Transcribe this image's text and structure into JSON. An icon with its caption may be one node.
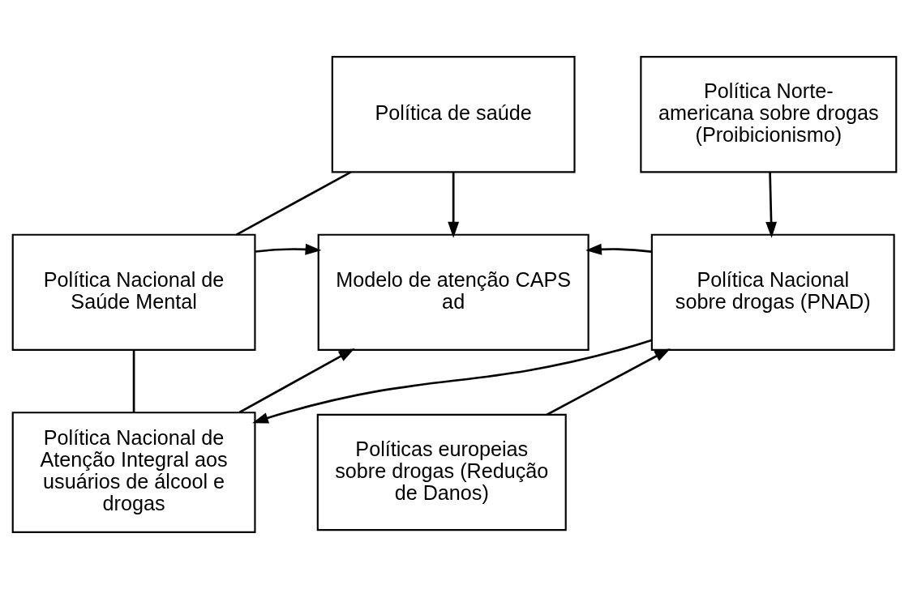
{
  "diagram": {
    "nodes": [
      {
        "text": [
          "Política de saúde"
        ]
      },
      {
        "text": [
          "Política Nacional de Saúde Mental"
        ]
      },
      {
        "text": [
          "Política Nacional de Atenção Integral aos usuários de álcool e drogas"
        ]
      },
      {
        "text": [
          "Modelo de atenção CAPS ad"
        ]
      },
      {
        "text": [
          "Política Norte-americana sobre drogas (Proibicionismo)"
        ]
      },
      {
        "text": [
          "Política Nacional sobre drogas (PNAD)"
        ]
      },
      {
        "text": [
          "Políticas europeias sobre drogas (Redução de Danos)"
        ]
      }
    ],
    "edges": [
      {
        "from": 0,
        "to": 3,
        "arrow": "to"
      },
      {
        "from": 0,
        "to": 1,
        "arrow": "none"
      },
      {
        "from": 1,
        "to": 3,
        "arrow": "to"
      },
      {
        "from": 1,
        "to": 2,
        "arrow": "none"
      },
      {
        "from": 2,
        "to": 3,
        "arrow": "to"
      },
      {
        "from": 4,
        "to": 5,
        "arrow": "to"
      },
      {
        "from": 6,
        "to": 5,
        "arrow": "to"
      },
      {
        "from": 5,
        "to": 3,
        "arrow": "to"
      },
      {
        "from": 5,
        "to": 2,
        "arrow": "to"
      }
    ]
  }
}
